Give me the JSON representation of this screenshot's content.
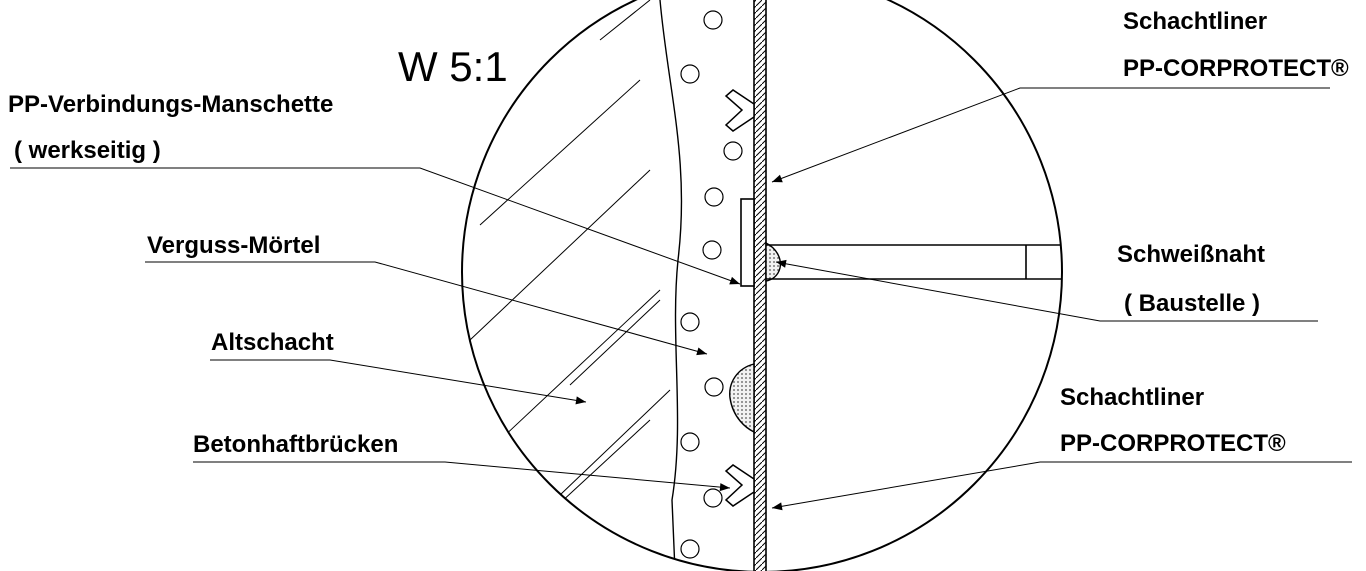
{
  "title": "W 5:1",
  "labels": {
    "pp_manschette_line1": "PP-Verbindungs-Manschette",
    "pp_manschette_line2": "( werkseitig )",
    "verguss": "Verguss-Mörtel",
    "altschacht": "Altschacht",
    "betonhaft": "Betonhaftbrücken",
    "liner_top_line1": "Schachtliner",
    "liner_top_line2": "PP-CORPROTECT®",
    "schweiss_line1": "Schweißnaht",
    "schweiss_line2": "( Baustelle )",
    "liner_bottom_line1": "Schachtliner",
    "liner_bottom_line2": "PP-CORPROTECT®"
  },
  "colors": {
    "ink": "#000000",
    "background": "#ffffff",
    "weld_fill": "#bdbdbd"
  }
}
